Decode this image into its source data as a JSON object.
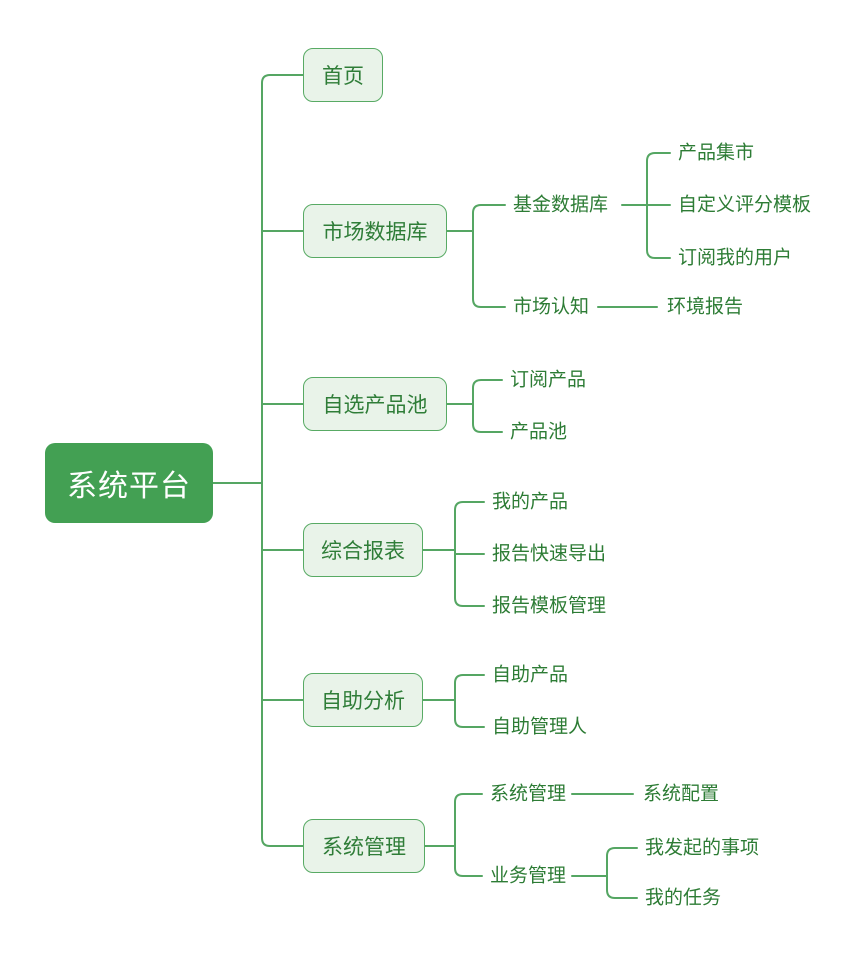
{
  "colors": {
    "bg": "#ffffff",
    "rootFill": "#43a053",
    "rootText": "#ffffff",
    "boxFill": "#e9f3e9",
    "boxBorder": "#58aa64",
    "boxText": "#2f7d38",
    "labelText": "#2d7c35",
    "line": "#55a663"
  },
  "tree": {
    "label": "系统平台",
    "children": [
      {
        "label": "首页",
        "children": []
      },
      {
        "label": "市场数据库",
        "children": [
          {
            "label": "基金数据库",
            "children": [
              {
                "label": "产品集市"
              },
              {
                "label": "自定义评分模板"
              },
              {
                "label": "订阅我的用户"
              }
            ]
          },
          {
            "label": "市场认知",
            "children": [
              {
                "label": "环境报告"
              }
            ]
          }
        ]
      },
      {
        "label": "自选产品池",
        "children": [
          {
            "label": "订阅产品"
          },
          {
            "label": "产品池"
          }
        ]
      },
      {
        "label": "综合报表",
        "children": [
          {
            "label": "我的产品"
          },
          {
            "label": "报告快速导出"
          },
          {
            "label": "报告模板管理"
          }
        ]
      },
      {
        "label": "自助分析",
        "children": [
          {
            "label": "自助产品"
          },
          {
            "label": "自助管理人"
          }
        ]
      },
      {
        "label": "系统管理",
        "children": [
          {
            "label": "系统管理",
            "children": [
              {
                "label": "系统配置"
              }
            ]
          },
          {
            "label": "业务管理",
            "children": [
              {
                "label": "我发起的事项"
              },
              {
                "label": "我的任务"
              }
            ]
          }
        ]
      }
    ]
  }
}
